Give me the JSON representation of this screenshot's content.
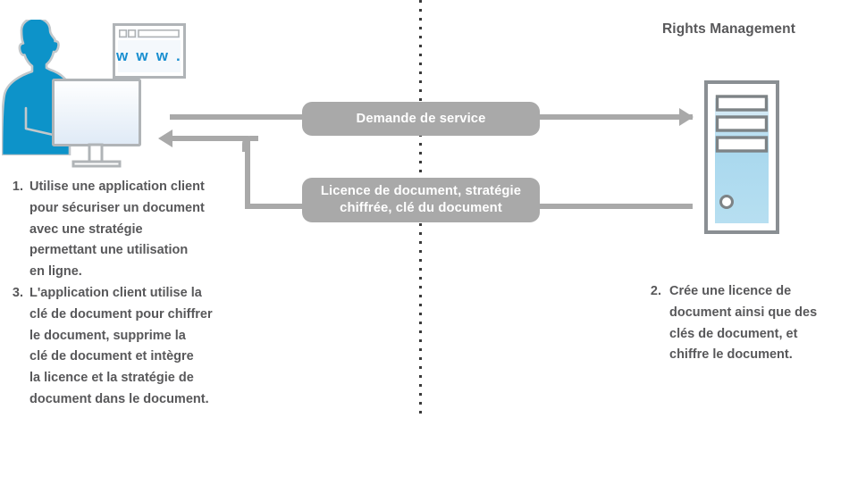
{
  "diagram": {
    "title_right": "Rights Management",
    "divider": {
      "name": "vertical-dotted-divider",
      "color": "#3a3a3a"
    },
    "colors": {
      "accent_blue": "#0d93c9",
      "pill_gray": "#a9a9a9",
      "line_gray": "#a9a9a9",
      "text_gray": "#58585a",
      "outline_gray": "#b0b4b7",
      "background": "#ffffff"
    }
  },
  "messages": [
    {
      "id": "request",
      "label": "Demande de service",
      "direction": "client-to-server"
    },
    {
      "id": "response",
      "label": "Licence de document, stratégie\nchiffrée, clé du document",
      "direction": "server-to-client"
    }
  ],
  "steps_left": [
    {
      "number": "1.",
      "text": "Utilise une application client\npour sécuriser un document\navec une stratégie\npermettant une utilisation\nen ligne."
    },
    {
      "number": "3.",
      "text": "L'application client utilise la\nclé de document pour chiffrer\nle document, supprime la\nclé de document et intègre\nla licence et la stratégie de\ndocument dans le document."
    }
  ],
  "steps_right": [
    {
      "number": "2.",
      "text": "Crée une licence de\ndocument ainsi que des\nclés de document, et\nchiffre le document."
    }
  ],
  "icons": {
    "browser": {
      "name": "browser-window-icon",
      "address_text": "w w w ."
    },
    "person": {
      "name": "user-silhouette-icon"
    },
    "monitor": {
      "name": "desktop-monitor-icon"
    },
    "server": {
      "name": "server-tower-icon",
      "slots": 3
    }
  }
}
